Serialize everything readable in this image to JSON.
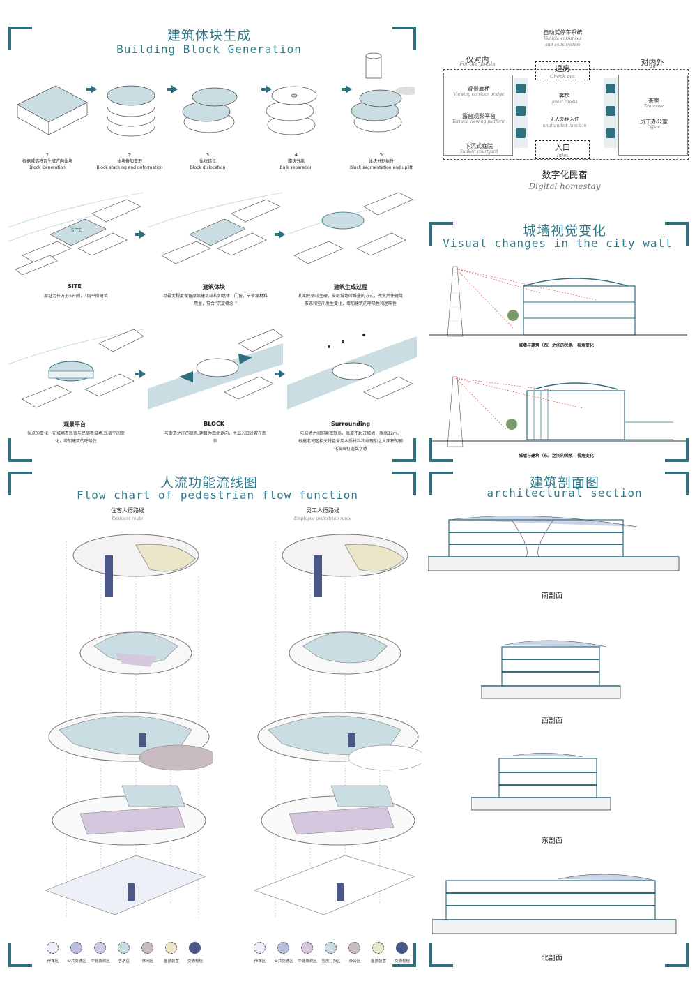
{
  "block": {
    "title_cn": "建筑体块生成",
    "title_en": "Building Block Generation",
    "steps": [
      {
        "num": "1",
        "cn": "根据城墙将瓦生成方向体块",
        "en": "Block Generation"
      },
      {
        "num": "2",
        "cn": "体块叠加变形",
        "en": "Block stacking and deformation"
      },
      {
        "num": "3",
        "cn": "体块错位",
        "en": "Block dislocation"
      },
      {
        "num": "4",
        "cn": "體块分离",
        "en": "Bulk separation"
      },
      {
        "num": "5",
        "cn": "体块分割抬升",
        "en": "Block segmentation and uplift"
      }
    ],
    "site_label": "SITE",
    "panels": [
      {
        "title": "SITE",
        "desc": "原址为长方形5开间，3层平房建筑"
      },
      {
        "title": "建筑体块",
        "desc": "尽最大程度保留原始建筑结构如墙体，门窗，节省原材料用量，符合”沉淀概念 ”"
      },
      {
        "title": "建筑生成过程",
        "desc": "初期民宿较生硬，采取城墙砖堆叠的方式，改变后使建筑形态和空间发生变化，增加建筑的呼吸性和趣味性"
      },
      {
        "title": "观景平台",
        "desc": "视点的变化，在城墙看民宿与民宿看城墙,民宿空间变化，增加建筑的呼吸性"
      },
      {
        "title": "BLOCK",
        "desc": "与街道之间的联系,建筑为南北走向，主出入口设置在南侧"
      },
      {
        "title": "Surrounding",
        "desc": "与城墙之间的紧密联系，高度不超过城墙，限高12m，根据老城区相关特色采用木质材料和纹理加之大面积的钢化玻璃打造数字感"
      }
    ]
  },
  "system": {
    "auto_park_cn": "自动式停车系统",
    "auto_park_en1": "Vehicle entrances",
    "auto_park_en2": "and exits system",
    "guests_cn": "仅对内",
    "guests_en": "For the guests",
    "all_cn": "对内外",
    "all_en": "All",
    "checkout_cn": "退房",
    "checkout_en": "Check out",
    "inlet_cn": "入口",
    "inlet_en": "Inlet",
    "left_items": [
      {
        "cn": "观景廊桥",
        "en": "Viewing corridor bridge"
      },
      {
        "cn": "露台观影平台",
        "en": "Terrace viewing platform"
      },
      {
        "cn": "下沉式庭院",
        "en": "Sunken courtyard"
      }
    ],
    "center_items": [
      {
        "cn": "客房",
        "en": "guest rooms"
      },
      {
        "cn": "无人办理入住",
        "en": "unattended check-in"
      }
    ],
    "right_items": [
      {
        "cn": "茶室",
        "en": "Teahouse"
      },
      {
        "cn": "员工办公室",
        "en": "Office"
      }
    ],
    "name_cn": "数字化民宿",
    "name_en": "Digital homestay"
  },
  "wall": {
    "title_cn": "城墙视觉变化",
    "title_en": "Visual changes in the city wall",
    "cap1": "城墙与建筑（西）之间的关系：视角变化",
    "cap2": "城墙与建筑（东）之间的关系：视角变化"
  },
  "flow": {
    "title_cn": "人流功能流线图",
    "title_en": "Flow chart of pedestrian flow function",
    "left_cn": "住客人行路线",
    "left_en": "Resident route",
    "right_cn": "员工人行路线",
    "right_en": "Employee pedestrian route",
    "legend_left": [
      {
        "label": "停车区",
        "color": "#eef0f8"
      },
      {
        "label": "公共交通区",
        "color": "#b9bfdd"
      },
      {
        "label": "中庭景观区",
        "color": "#d5c8de"
      },
      {
        "label": "客房区",
        "color": "#c9dde2"
      },
      {
        "label": "休闲区",
        "color": "#c8bcc2"
      },
      {
        "label": "屋顶装置",
        "color": "#ece6c8"
      },
      {
        "label": "交通枢纽",
        "color": "#4a5787"
      }
    ],
    "legend_right": [
      {
        "label": "停车区",
        "color": "#eef0f8"
      },
      {
        "label": "公共交通区",
        "color": "#b9bfdd"
      },
      {
        "label": "中庭景观区",
        "color": "#d5c8de"
      },
      {
        "label": "客房打扫区",
        "color": "#c9dde2"
      },
      {
        "label": "办公区",
        "color": "#c8bcc2"
      },
      {
        "label": "屋顶装置",
        "color": "#ece6c8"
      },
      {
        "label": "交通枢纽",
        "color": "#4a5787"
      }
    ]
  },
  "section": {
    "title_cn": "建筑剖面图",
    "title_en": "architectural section",
    "south": "南剖面",
    "west": "西剖面",
    "east": "东剖面",
    "north": "北剖面"
  },
  "colors": {
    "accent": "#2e6f80",
    "light_blue": "#c9dde2",
    "teal_line": "#2e7a8c"
  }
}
